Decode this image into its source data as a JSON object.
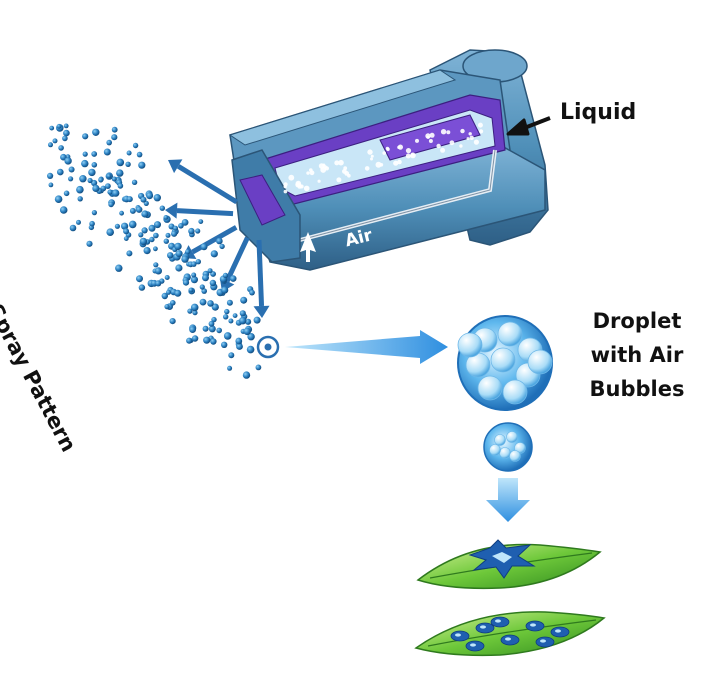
{
  "labels": {
    "liquid": "Liquid",
    "air": "Air",
    "spray_pattern": "Spray Pattern",
    "droplet_line1": "Droplet",
    "droplet_line2": "with Air",
    "droplet_line3": "Bubbles"
  },
  "colors": {
    "nozzle_body": "#4f8fb8",
    "nozzle_purple": "#6a3fc4",
    "droplet_blue": "#2a7fc0",
    "arrow_blue": "#2f7fd0",
    "leaf_green": "#6ec83a"
  }
}
